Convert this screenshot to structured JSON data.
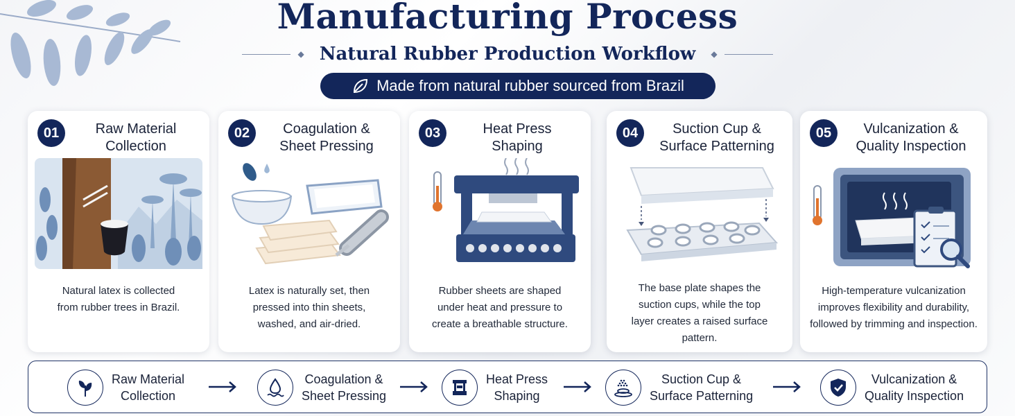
{
  "header": {
    "title": "Manufacturing Process",
    "subtitle": "Natural Rubber Production Workflow",
    "badge": "Made from natural rubber sourced from Brazil"
  },
  "steps": [
    {
      "number": "01",
      "title_line1": "Raw Material",
      "title_line2": "Collection",
      "desc": [
        "Natural latex is collected",
        "from rubber trees in Brazil."
      ]
    },
    {
      "number": "02",
      "title_line1": "Coagulation &",
      "title_line2": "Sheet Pressing",
      "desc": [
        "Latex is naturally set, then",
        "pressed into thin sheets,",
        "washed, and air-dried."
      ]
    },
    {
      "number": "03",
      "title_line1": "Heat Press",
      "title_line2": "Shaping",
      "desc": [
        "Rubber sheets are shaped",
        "under heat and pressure to",
        "create a breathable structure."
      ]
    },
    {
      "number": "04",
      "title_line1": "Suction Cup &",
      "title_line2": "Surface Patterning",
      "desc": [
        "The base plate shapes the",
        "suction cups, while the top",
        "layer creates a raised surface",
        "pattern."
      ]
    },
    {
      "number": "05",
      "title_line1": "Vulcanization &",
      "title_line2": "Quality Inspection",
      "desc": [
        "High-temperature vulcanization",
        "improves flexibility and durability,",
        "followed by trimming and inspection."
      ]
    }
  ],
  "flow": [
    {
      "line1": "Raw Material",
      "line2": "Collection",
      "icon": "leaf-icon"
    },
    {
      "line1": "Coagulation &",
      "line2": "Sheet Pressing",
      "icon": "droplet-icon"
    },
    {
      "line1": "Heat Press",
      "line2": "Shaping",
      "icon": "press-icon"
    },
    {
      "line1": "Suction Cup &",
      "line2": "Surface Patterning",
      "icon": "suction-cup-icon"
    },
    {
      "line1": "Vulcanization &",
      "line2": "Quality Inspection",
      "icon": "shield-check-icon"
    }
  ],
  "colors": {
    "navy": "#13265a",
    "accent_orange": "#e0742e",
    "light_blue": "#dfe8f3"
  }
}
